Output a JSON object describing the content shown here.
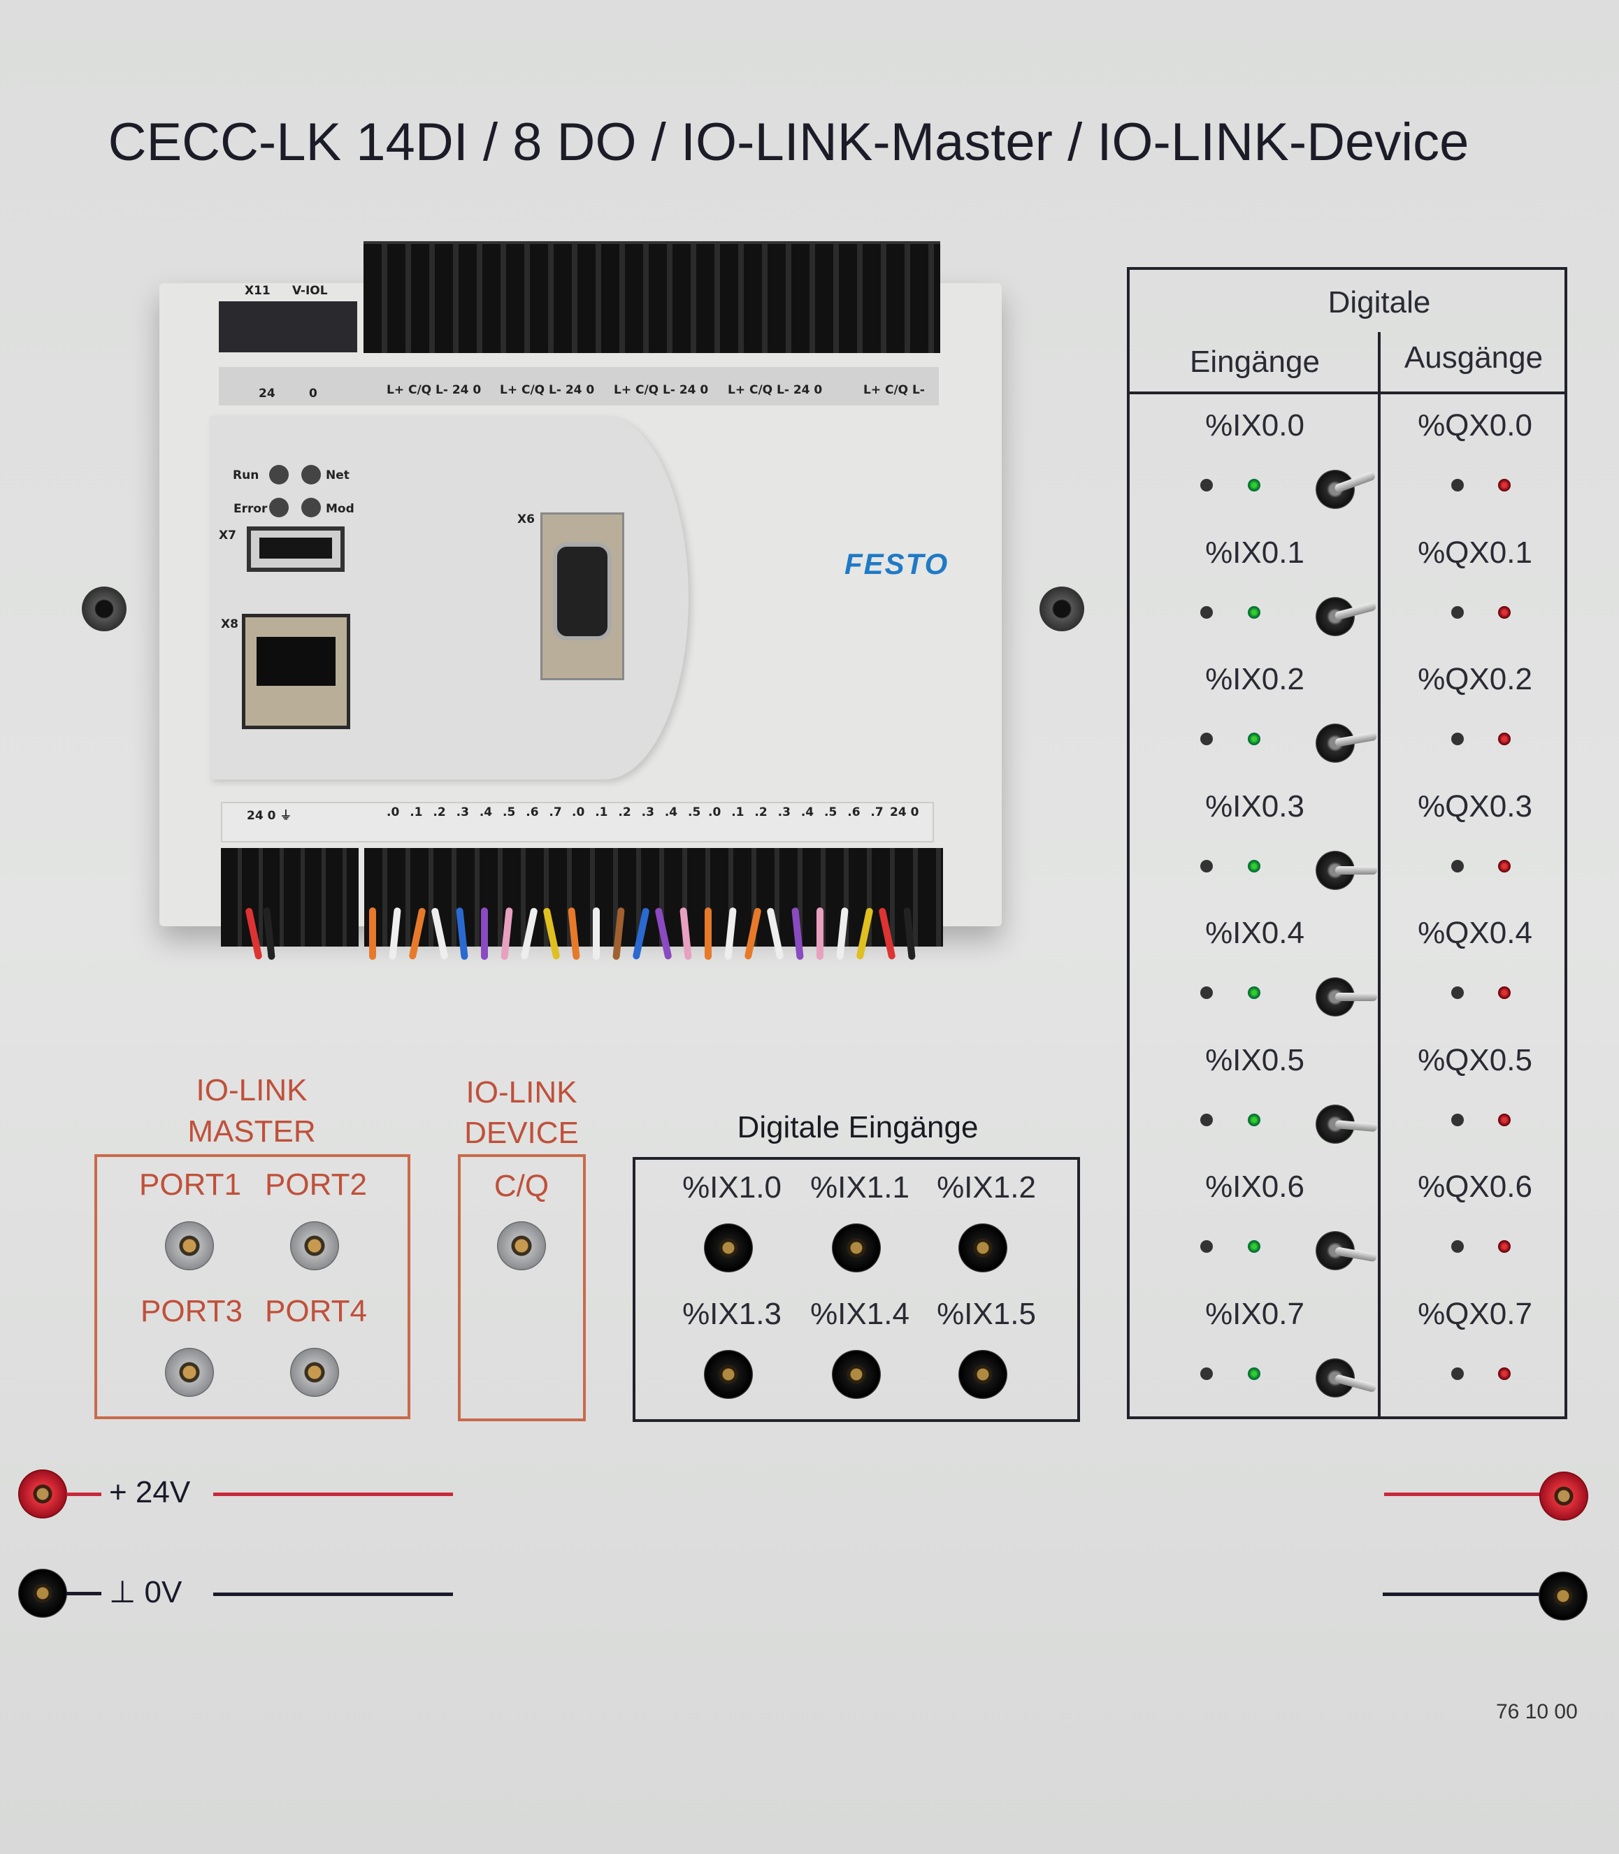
{
  "title": "CECC-LK 14DI / 8 DO / IO-LINK-Master / IO-LINK-Device",
  "plc": {
    "logo": "FESTO",
    "x11_label": "X11",
    "viol_label": "V-IOL",
    "x11_pins": [
      "24",
      "0"
    ],
    "iol_port_labels": "L+ C/Q L- 24 0",
    "iol_last_labels": "L+ C/Q L-",
    "leds": {
      "run": "Run",
      "net": "Net",
      "error": "Error",
      "mod": "Mod"
    },
    "x7": "X7",
    "x8": "X8",
    "x6": "X6",
    "bottom_power": "24 0 ⏚",
    "bottom_groups": [
      ".0 .1 .2 .3 .4 .5 .6 .7",
      ".0 .1 .2 .3 .4 .5",
      ".0 .1 .2 .3 .4 .5 .6 .7",
      "24 0"
    ]
  },
  "table": {
    "header": "Digitale",
    "col_in": "Eingänge",
    "col_out": "Ausgänge",
    "rows": [
      {
        "in": "%IX0.0",
        "out": "%QX0.0"
      },
      {
        "in": "%IX0.1",
        "out": "%QX0.1"
      },
      {
        "in": "%IX0.2",
        "out": "%QX0.2"
      },
      {
        "in": "%IX0.3",
        "out": "%QX0.3"
      },
      {
        "in": "%IX0.4",
        "out": "%QX0.4"
      },
      {
        "in": "%IX0.5",
        "out": "%QX0.5"
      },
      {
        "in": "%IX0.6",
        "out": "%QX0.6"
      },
      {
        "in": "%IX0.7",
        "out": "%QX0.7"
      }
    ]
  },
  "master": {
    "title1": "IO-LINK",
    "title2": "MASTER",
    "ports": [
      "PORT1",
      "PORT2",
      "PORT3",
      "PORT4"
    ]
  },
  "device": {
    "title1": "IO-LINK",
    "title2": "DEVICE",
    "port": "C/Q"
  },
  "digital_inputs": {
    "title": "Digitale Eingänge",
    "labels": [
      "%IX1.0",
      "%IX1.1",
      "%IX1.2",
      "%IX1.3",
      "%IX1.4",
      "%IX1.5"
    ]
  },
  "power": {
    "plus": "+ 24V",
    "zero": "⊥ 0V",
    "plus_color": "#c8283a",
    "zero_color": "#1a1a2a"
  },
  "part_number": "76 10 00"
}
